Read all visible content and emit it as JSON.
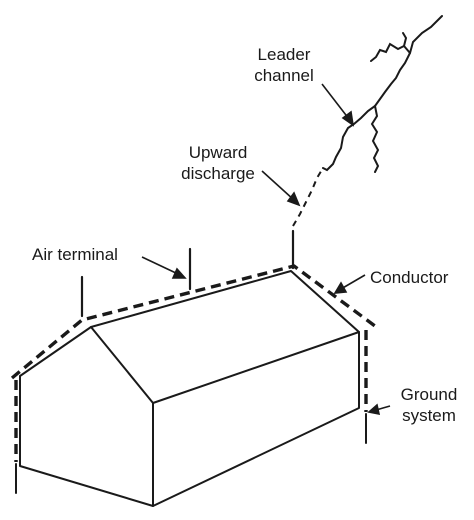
{
  "labels": {
    "leader_channel_line1": "Leader",
    "leader_channel_line2": "channel",
    "upward_discharge_line1": "Upward",
    "upward_discharge_line2": "discharge",
    "air_terminal": "Air terminal",
    "conductor": "Conductor",
    "ground_system_line1": "Ground",
    "ground_system_line2": "system"
  },
  "colors": {
    "line": "#1a1a1a",
    "background": "#ffffff"
  }
}
